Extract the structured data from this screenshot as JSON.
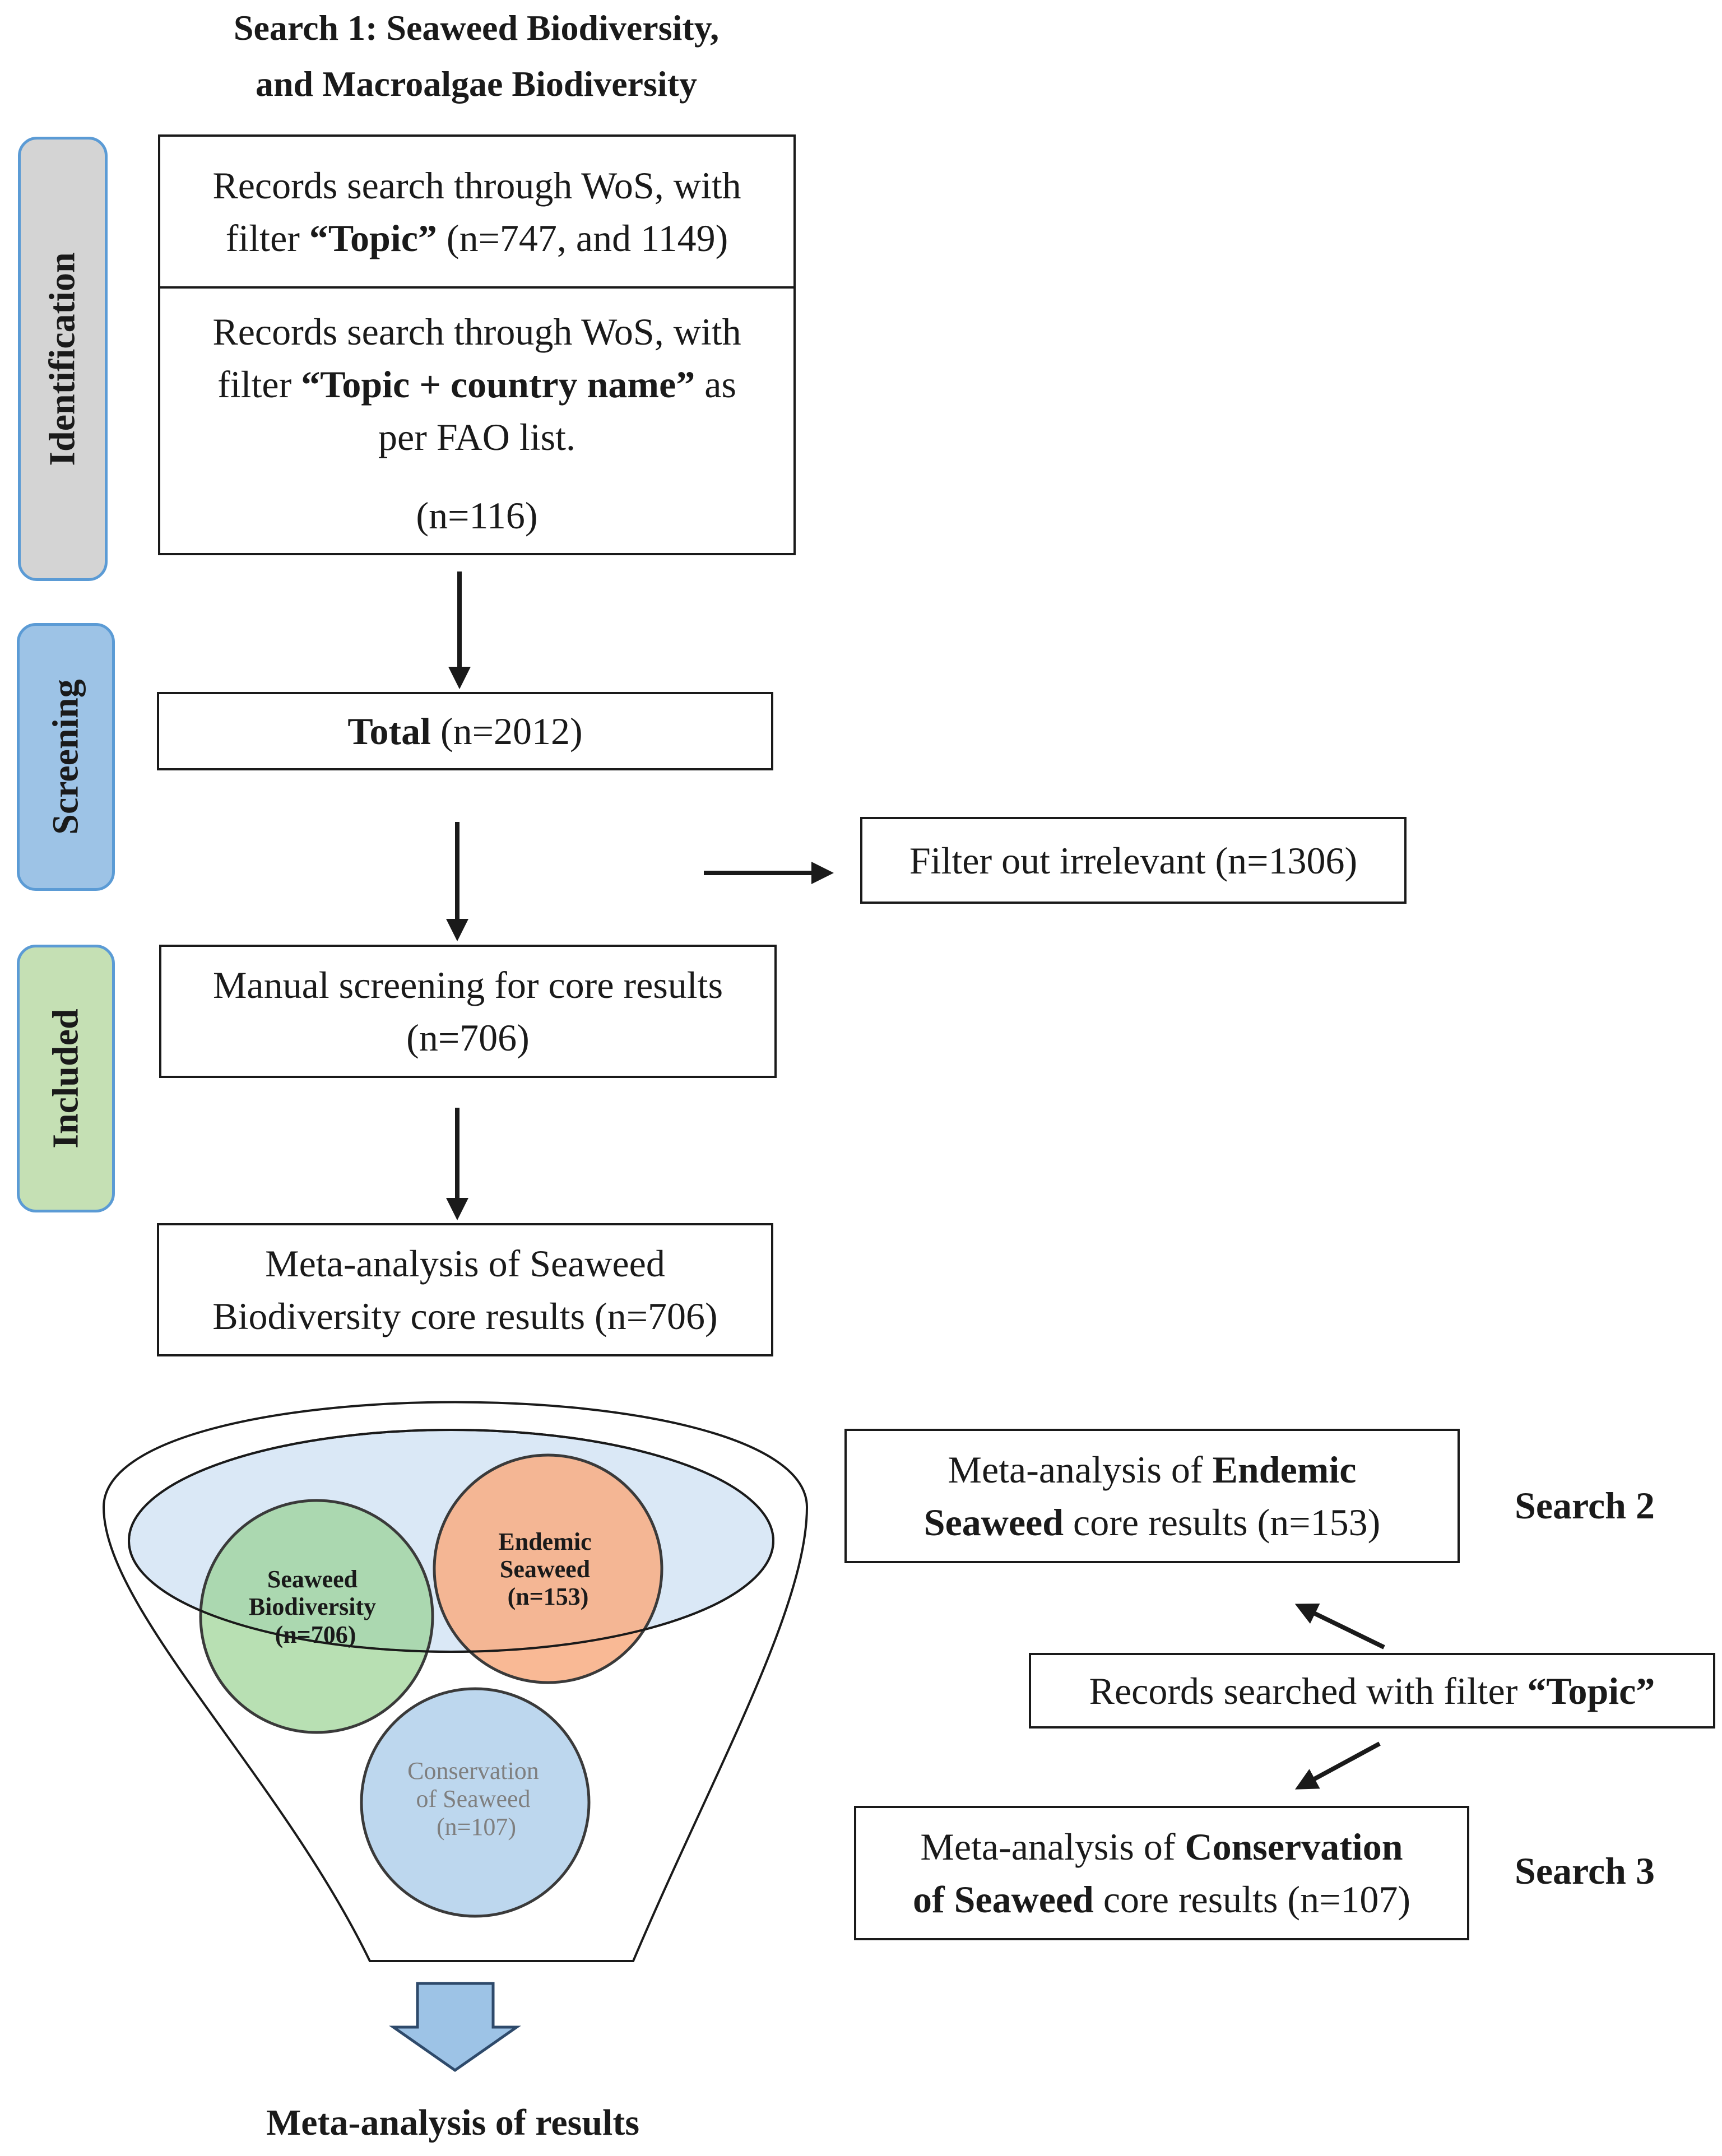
{
  "search1": {
    "title_line1": "Search 1: Seaweed Biodiversity,",
    "title_line2": "and Macroalgae Biodiversity"
  },
  "phases": {
    "identification": {
      "label": "Identification",
      "color": "#d4d4d4",
      "border": "#5b9bd5"
    },
    "screening": {
      "label": "Screening",
      "color": "#9dc3e6",
      "border": "#5b9bd5"
    },
    "included": {
      "label": "Included",
      "color": "#c5e0b4",
      "border": "#5b9bd5"
    }
  },
  "boxes": {
    "records_topic": {
      "line1": "Records search through WoS, with",
      "prefix": "filter ",
      "bold": "“Topic”",
      "suffix": " (n=747, and 1149)"
    },
    "records_country": {
      "line1": "Records search through WoS, with",
      "prefix": "filter ",
      "bold": "“Topic + country name”",
      "suffix": " as",
      "line3": "per FAO list.",
      "count": "(n=116)"
    },
    "total": {
      "bold": "Total",
      "suffix": " (n=2012)"
    },
    "filter_out": {
      "text": "Filter out irrelevant (n=1306)"
    },
    "manual": {
      "line1": "Manual screening for core results",
      "line2": "(n=706)"
    },
    "meta_biodiversity": {
      "line1": "Meta-analysis of Seaweed",
      "line2": "Biodiversity core results (n=706)"
    },
    "meta_endemic": {
      "prefix": "Meta-analysis of ",
      "bold1": "Endemic",
      "bold2": "Seaweed",
      "suffix": " core results (n=153)"
    },
    "records_topic_filter": {
      "prefix": "Records searched with filter ",
      "bold": "“Topic”"
    },
    "meta_conservation": {
      "prefix": "Meta-analysis of ",
      "bold1": "Conservation",
      "bold2": "of Seaweed",
      "suffix": " core results (n=107)"
    }
  },
  "search_labels": {
    "search2": "Search 2",
    "search3": "Search 3"
  },
  "venn": {
    "biodiversity": {
      "line1": "Seaweed",
      "line2": "Biodiversity",
      "line3": "(n=706)",
      "color": "#92d08a"
    },
    "endemic": {
      "line1": "Endemic",
      "line2": "Seaweed",
      "line3": "(n=153)",
      "color": "#f8ad82"
    },
    "conservation": {
      "line1": "Conservation",
      "line2": "of Seaweed",
      "line3": "(n=107)",
      "color": "#bdd7ee"
    }
  },
  "final": {
    "label": "Meta-analysis of results"
  }
}
